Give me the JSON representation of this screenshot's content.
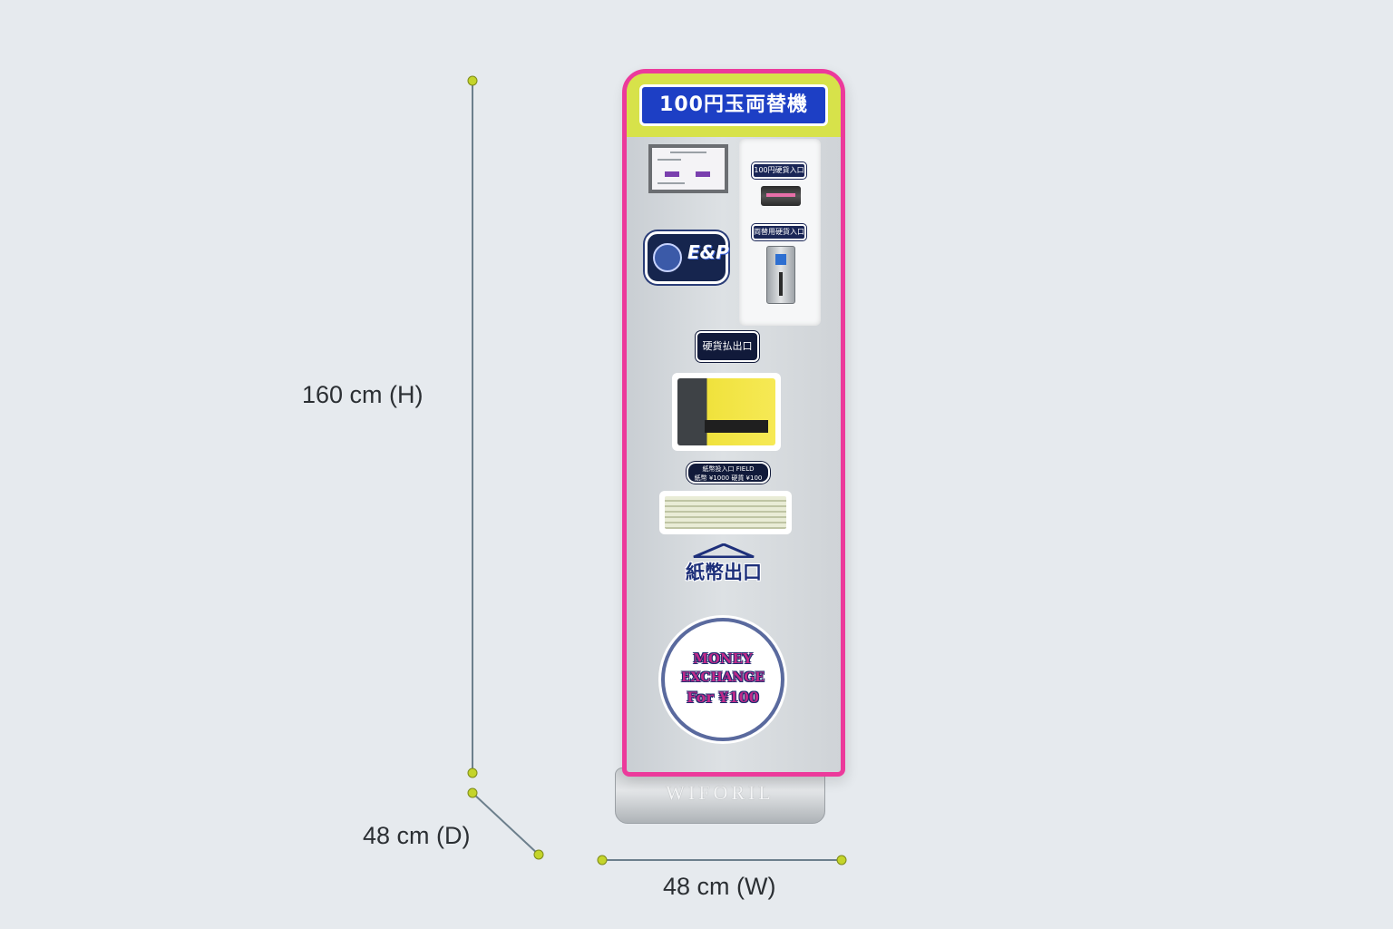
{
  "dimensions": {
    "height_label": "160 cm (H)",
    "depth_label": "48 cm (D)",
    "width_label": "48 cm (W)",
    "marker_color": "#c4d42a",
    "line_color": "#6c7f8c"
  },
  "machine": {
    "top_sign": "100円玉両替機",
    "logo_text": "E&P",
    "coin_slot_label": "100円硬貨入口",
    "coin_insert_label": "両替用硬貨入口",
    "coin_out_label": "硬貨払出口",
    "info_tag_line1": "紙幣投入口 FIELD",
    "info_tag_line2": "紙幣 ¥1000 硬貨 ¥100",
    "bill_out_label": "紙幣出口",
    "round_sign_line1": "MONEY",
    "round_sign_line2": "EXCHANGE",
    "round_sign_line3": "For ¥100",
    "base_text": "WIFORIL",
    "frame_color": "#ec3a9b",
    "band_color": "#d7e24a",
    "sign_color": "#1d3fc5"
  }
}
